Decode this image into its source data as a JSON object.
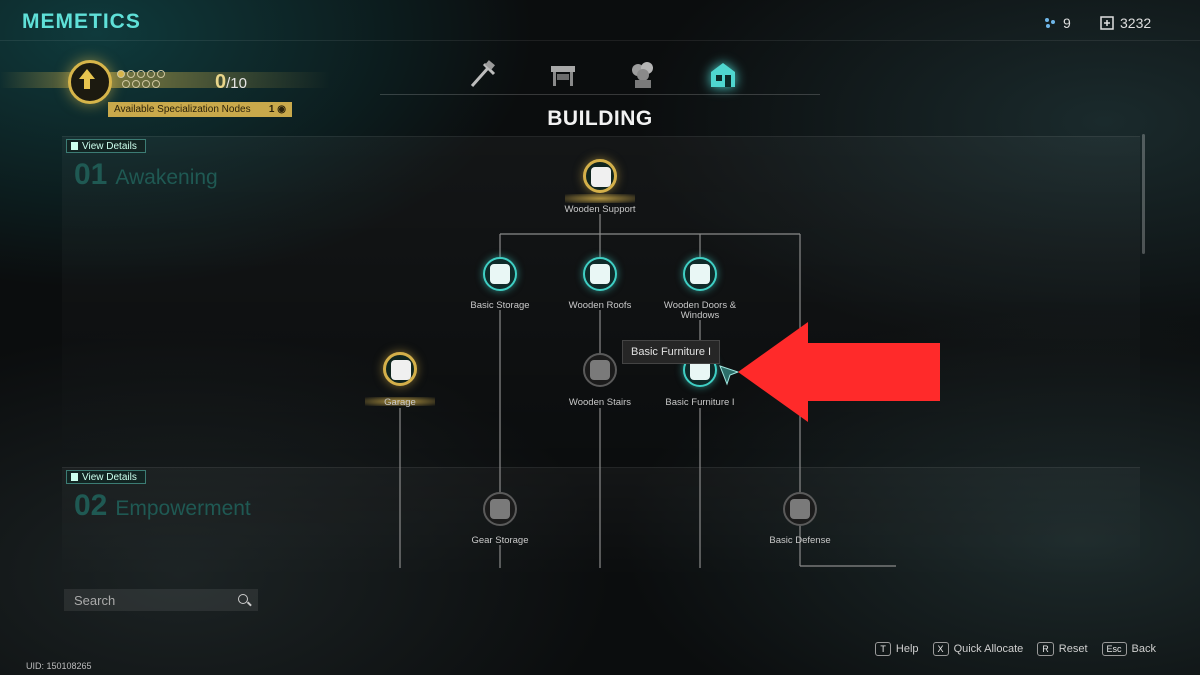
{
  "header": {
    "app_title": "MEMETICS",
    "resource_a_value": "9",
    "resource_b_value": "3232",
    "icons": [
      "gem-icon",
      "module-icon"
    ]
  },
  "level": {
    "points_current": "0",
    "points_max": "/10",
    "spec_label": "Available Specialization Nodes",
    "spec_count": "1"
  },
  "categories": [
    {
      "icon": "tools-icon",
      "active": false
    },
    {
      "icon": "workbench-icon",
      "active": false
    },
    {
      "icon": "plant-icon",
      "active": false
    },
    {
      "icon": "building-icon",
      "active": true
    }
  ],
  "section_title": "BUILDING",
  "sections": [
    {
      "view_details": "View Details",
      "number": "01",
      "name": "Awakening"
    },
    {
      "view_details": "View Details",
      "number": "02",
      "name": "Empowerment"
    }
  ],
  "nodes": [
    {
      "id": "wooden-support",
      "label": "Wooden Support",
      "state": "gold"
    },
    {
      "id": "basic-storage",
      "label": "Basic Storage",
      "state": "unlocked"
    },
    {
      "id": "wooden-roofs",
      "label": "Wooden Roofs",
      "state": "unlocked"
    },
    {
      "id": "wooden-doors",
      "label": "Wooden Doors & Windows",
      "state": "unlocked"
    },
    {
      "id": "garage",
      "label": "Garage",
      "state": "gold"
    },
    {
      "id": "wooden-stairs",
      "label": "Wooden Stairs",
      "state": "locked"
    },
    {
      "id": "basic-furniture",
      "label": "Basic Furniture I",
      "state": "unlocked"
    },
    {
      "id": "gear-storage",
      "label": "Gear Storage",
      "state": "locked"
    },
    {
      "id": "basic-defense",
      "label": "Basic Defense",
      "state": "locked"
    }
  ],
  "tooltip": "Basic Furniture I",
  "search": {
    "placeholder": "Search"
  },
  "footer": [
    {
      "key": "T",
      "label": "Help"
    },
    {
      "key": "X",
      "label": "Quick Allocate"
    },
    {
      "key": "R",
      "label": "Reset"
    },
    {
      "key": "Esc",
      "label": "Back"
    }
  ],
  "uid": "UID: 150108265",
  "colors": {
    "accent": "#5fe0d8",
    "gold": "#d4b04a",
    "highlight_arrow": "#ff2a2a"
  }
}
